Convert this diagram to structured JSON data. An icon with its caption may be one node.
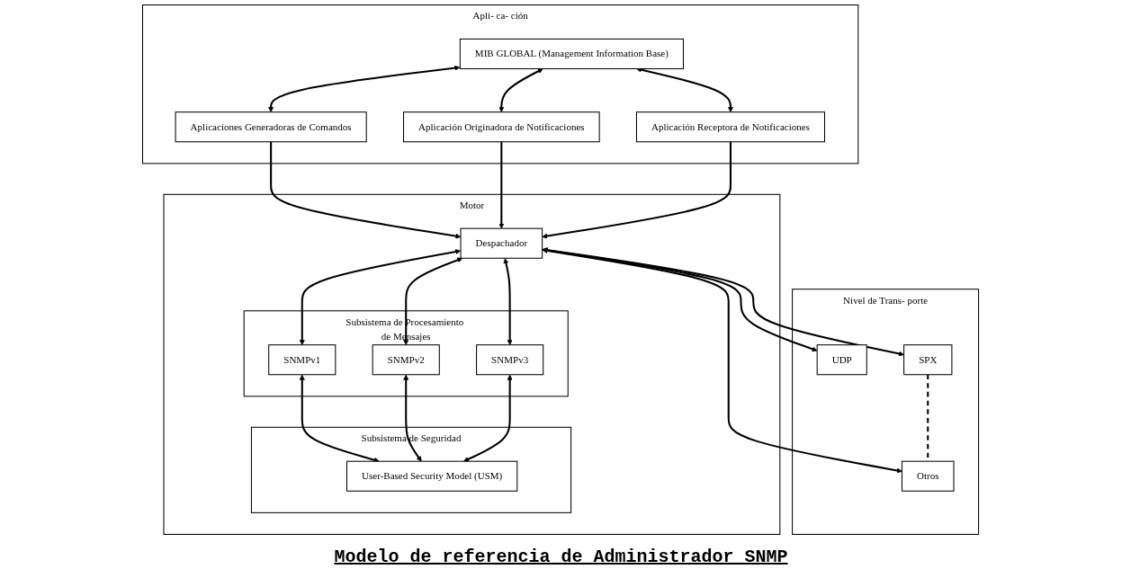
{
  "diagram": {
    "caption": "Modelo de referencia de Administrador SNMP",
    "nodes": [
      {
        "text": [
          "Apli- ca- ción"
        ]
      },
      {
        "text": [
          "MIB GLOBAL (Management Information Base)"
        ],
        "in": 0
      },
      {
        "text": [
          "Aplicaciones Generadoras de Comandos"
        ],
        "in": 0
      },
      {
        "text": [
          "Aplicación Originadora de Notificaciones"
        ],
        "in": 0
      },
      {
        "text": [
          "Aplicación Receptora de Notificaciones"
        ],
        "in": 0
      },
      {
        "text": [
          "Motor"
        ]
      },
      {
        "text": [
          "Despachador"
        ],
        "in": 5
      },
      {
        "text": [
          "Subsistema de Procesamiento de Mensajes"
        ],
        "in": 5
      },
      {
        "text": [
          "SNMPv1"
        ],
        "in": 7
      },
      {
        "text": [
          "SNMPv2"
        ],
        "in": 7
      },
      {
        "text": [
          "SNMPv3"
        ],
        "in": 7
      },
      {
        "text": [
          "Subsistema de Seguridad"
        ],
        "in": 5
      },
      {
        "text": [
          "User-Based Security Model (USM)"
        ],
        "in": 11
      },
      {
        "text": [
          "Nivel de Trans- porte"
        ]
      },
      {
        "text": [
          "UDP"
        ],
        "in": 13
      },
      {
        "text": [
          "SPX"
        ],
        "in": 13
      },
      {
        "text": [
          "Otros"
        ],
        "in": 13
      }
    ],
    "edges": [
      {
        "from": 1,
        "to": 2,
        "arrow": "both"
      },
      {
        "from": 1,
        "to": 3,
        "arrow": "both"
      },
      {
        "from": 1,
        "to": 4,
        "arrow": "both"
      },
      {
        "from": 2,
        "to": 6,
        "arrow": "to"
      },
      {
        "from": 3,
        "to": 6,
        "arrow": "to"
      },
      {
        "from": 4,
        "to": 6,
        "arrow": "to"
      },
      {
        "from": 6,
        "to": 8,
        "arrow": "both"
      },
      {
        "from": 6,
        "to": 9,
        "arrow": "both"
      },
      {
        "from": 6,
        "to": 10,
        "arrow": "both"
      },
      {
        "from": 8,
        "to": 12,
        "arrow": "both"
      },
      {
        "from": 9,
        "to": 12,
        "arrow": "both"
      },
      {
        "from": 10,
        "to": 12,
        "arrow": "both"
      },
      {
        "from": 6,
        "to": 14,
        "arrow": "both"
      },
      {
        "from": 6,
        "to": 15,
        "arrow": "both"
      },
      {
        "from": 6,
        "to": 16,
        "arrow": "both"
      },
      {
        "from": 15,
        "to": 16,
        "arrow": "none",
        "style": "dashed"
      }
    ]
  }
}
